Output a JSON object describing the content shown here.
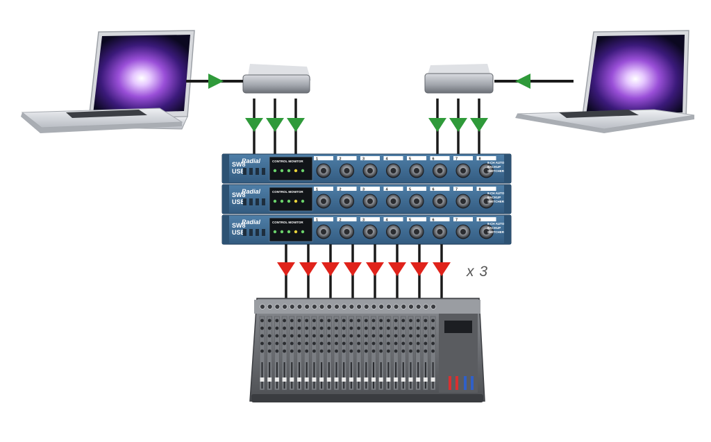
{
  "diagram": {
    "multiplier_label": "x 3",
    "rack_units": [
      {
        "brand": "Radial",
        "model_line1": "SW8",
        "model_line2": "USB",
        "section_title": "CONTROL MONITOR",
        "side_label_1": "8-CH AUTO",
        "side_label_2": "BACKUP",
        "side_label_3": "SWITCHER",
        "channels": [
          "1",
          "2",
          "3",
          "4",
          "5",
          "6",
          "7",
          "8"
        ]
      },
      {
        "brand": "Radial",
        "model_line1": "SW8",
        "model_line2": "USB",
        "section_title": "CONTROL MONITOR",
        "side_label_1": "8-CH AUTO",
        "side_label_2": "BACKUP",
        "side_label_3": "SWITCHER",
        "channels": [
          "1",
          "2",
          "3",
          "4",
          "5",
          "6",
          "7",
          "8"
        ]
      },
      {
        "brand": "Radial",
        "model_line1": "SW8",
        "model_line2": "USB",
        "section_title": "CONTROL MONITOR",
        "side_label_1": "8-CH AUTO",
        "side_label_2": "BACKUP",
        "side_label_3": "SWITCHER",
        "channels": [
          "1",
          "2",
          "3",
          "4",
          "5",
          "6",
          "7",
          "8"
        ]
      }
    ],
    "colors": {
      "rack_blue": "#3f6d96",
      "input_arrow_green": "#2f9a3a",
      "output_arrow_red": "#e0231b",
      "cable": "#1a1a1a",
      "laptop_silver": "#c9ccd1",
      "screen_purple": "#7a3fb0",
      "mixer_gray": "#6d6f73"
    }
  }
}
